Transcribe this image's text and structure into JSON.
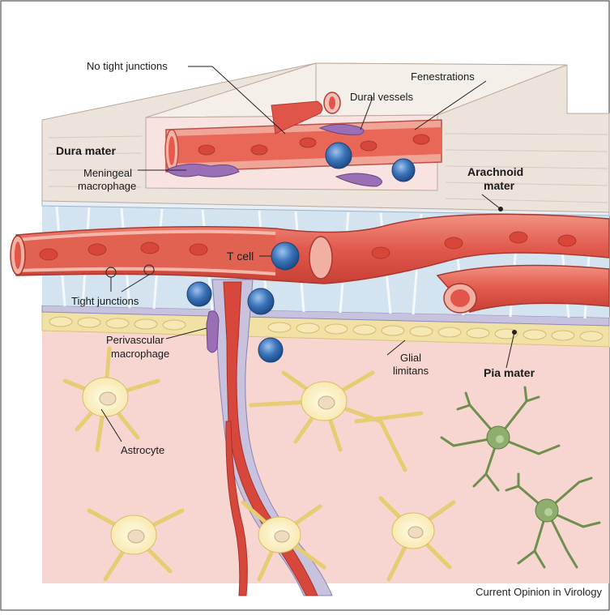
{
  "labels": {
    "no_tight_junctions": "No tight junctions",
    "fenestrations": "Fenestrations",
    "dural_vessels": "Dural vessels",
    "dura_mater": "Dura mater",
    "meningeal_macrophage_1": "Meningeal",
    "meningeal_macrophage_2": "macrophage",
    "arachnoid_mater_1": "Arachnoid",
    "arachnoid_mater_2": "mater",
    "t_cell": "T cell",
    "tight_junctions": "Tight junctions",
    "perivascular_macrophage_1": "Perivascular",
    "perivascular_macrophage_2": "macrophage",
    "glial_limitans_1": "Glial",
    "glial_limitans_2": "limitans",
    "pia_mater": "Pia mater",
    "astrocyte": "Astrocyte"
  },
  "credit": "Current Opinion in Virology",
  "colors": {
    "dura": "#efe6df",
    "dura_edge": "#cbb9ad",
    "vessel": "#e46a5e",
    "vessel_dark": "#c9463c",
    "vessel_wall": "#f2a99a",
    "rbc": "#d9473c",
    "arachnoid": "#cfe0ee",
    "pia": "#c9c4e0",
    "brain": "#f6d4cf",
    "astrocyte": "#fbeec0",
    "astro_nucleus": "#f2e2c8",
    "microglia": "#8aa86a",
    "tcell": "#3a72b8",
    "macrophage": "#9a6db3"
  }
}
